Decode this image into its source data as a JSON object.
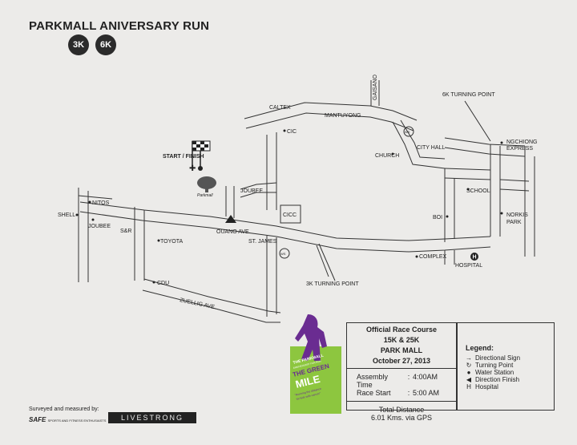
{
  "title": "PARKMALL ANIVERSARY RUN",
  "badges": [
    "3K",
    "6K"
  ],
  "labels": {
    "caltex": "CALTEX",
    "cic": "CIC",
    "mantuyong": "MANTUYONG",
    "gaisano": "GAISANO",
    "church": "CHURCH",
    "city_hall": "CITY HALL",
    "ws": "WS",
    "turn6k": "6K TURNING POINT",
    "ngchiong": "NGCHIONG",
    "express": "EXPRESS",
    "start_finish": "START / FINISH",
    "joubee_upper": "JOUBEE",
    "cicc": "CICC",
    "school": "SCHOOL",
    "boi": "BOI",
    "norkis": "NORKIS",
    "park": "PARK",
    "nitos": "NITOS",
    "shell": "SHELL",
    "joubee_lower": "JOUBEE",
    "snr": "S&R",
    "toyota": "TOYOTA",
    "ouano": "OUANO AVE.",
    "st_james": "ST. JAMES",
    "complex": "COMPLEX",
    "hospital": "HOSPITAL",
    "turn3k": "3K TURNING POINT",
    "cdu": "CDU",
    "zuellig": "ZUELLIG AVE.",
    "parkmall_logo": "Parkmall"
  },
  "info": {
    "line1": "Official Race Course",
    "line2": "15K & 25K",
    "line3": "PARK MALL",
    "line4": "October 27, 2013",
    "assembly_label": "Assembly Time",
    "assembly_value": "4:00AM",
    "start_label": "Race Start",
    "start_value": "5:00 AM",
    "distance_label": "Total Distance",
    "distance_value": "6.01 Kms. via GPS"
  },
  "legend": {
    "title": "Legend:",
    "items": [
      {
        "symbol": "→",
        "text": "Directional Sign"
      },
      {
        "symbol": "↻",
        "text": "Turning Point"
      },
      {
        "symbol": "●",
        "text": "Water Station"
      },
      {
        "symbol": "◀",
        "text": "Direction Finish"
      },
      {
        "symbol": "H",
        "text": "Hospital"
      }
    ]
  },
  "poster": {
    "brand": "THE PARKMALL",
    "sub": "ANNIVERSARY FUN RUN",
    "headline1": "THE GREEN",
    "headline2": "MILE",
    "tagline1": "\"Running the distance",
    "tagline2": "for kids with cancer\""
  },
  "footer": {
    "surveyed": "Surveyed and measured by:",
    "safe": "SAFE",
    "safe_sub": "SPORTS AND FITNESS ENTHUSIASTS",
    "livestrong": "LIVESTRONG"
  },
  "colors": {
    "road": "#333333",
    "background": "#ecebe9",
    "poster_purple": "#6a2c91",
    "poster_green": "#8dc63f"
  }
}
